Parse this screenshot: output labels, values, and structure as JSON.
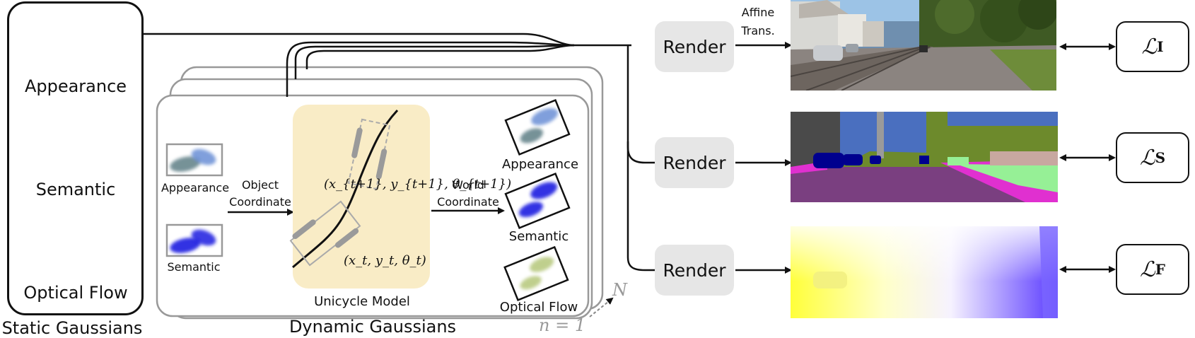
{
  "static_panel": {
    "items": [
      {
        "label": "Appearance"
      },
      {
        "label": "Semantic"
      },
      {
        "label": "Optical Flow"
      }
    ],
    "caption": "Static Gaussians"
  },
  "dynamic_panel": {
    "caption": "Dynamic Gaussians",
    "input_appearance": "Appearance",
    "input_semantic": "Semantic",
    "object_coordinate_line1": "Object",
    "object_coordinate_line2": "Coordinate",
    "unicycle_label": "Unicycle Model",
    "pose_next": "(x_{t+1}, y_{t+1}, θ_{t+1})",
    "pose_current": "(x_t, y_t, θ_t)",
    "world_coordinate_line1": "World",
    "world_coordinate_line2": "Coordinate",
    "output_appearance": "Appearance",
    "output_semantic": "Semantic",
    "output_flow": "Optical Flow",
    "stack_start": "n = 1",
    "stack_end": "N"
  },
  "render": {
    "labels": [
      "Render",
      "Render",
      "Render"
    ],
    "affine_line1": "Affine",
    "affine_line2": "Trans."
  },
  "losses": [
    {
      "symbol": "ℒ",
      "sub": "I"
    },
    {
      "symbol": "ℒ",
      "sub": "S"
    },
    {
      "symbol": "ℒ",
      "sub": "F"
    }
  ],
  "colors": {
    "appearance": [
      "#5f7f86",
      "#6d8a2c",
      "#a89aa8"
    ],
    "semantic": [
      "#1c1fe0",
      "#158a1e",
      "#7a1a8a"
    ],
    "flow": [
      "#f3e2a6",
      "#c9b6ec",
      "#a9e6f1"
    ],
    "unicycle_bg": "#f9ecc6",
    "render_bg": "#e6e6e6"
  }
}
